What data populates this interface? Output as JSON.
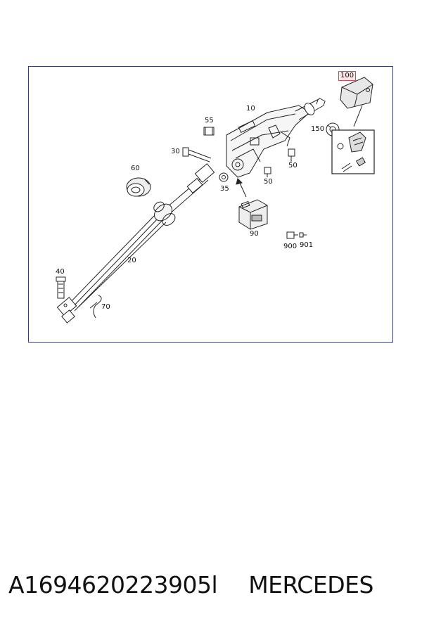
{
  "callouts": [
    {
      "id": "100",
      "text": "100",
      "highlight": true
    },
    {
      "id": "10",
      "text": "10"
    },
    {
      "id": "55",
      "text": "55"
    },
    {
      "id": "150",
      "text": "150"
    },
    {
      "id": "30",
      "text": "30"
    },
    {
      "id": "60",
      "text": "60"
    },
    {
      "id": "35",
      "text": "35"
    },
    {
      "id": "50a",
      "text": "50"
    },
    {
      "id": "50b",
      "text": "50"
    },
    {
      "id": "90",
      "text": "90"
    },
    {
      "id": "900",
      "text": "900"
    },
    {
      "id": "901",
      "text": "901"
    },
    {
      "id": "20",
      "text": "20"
    },
    {
      "id": "40",
      "text": "40"
    },
    {
      "id": "70",
      "text": "70"
    }
  ],
  "caption": {
    "part_number": "A1694620223905l",
    "brand": "MERCEDES"
  },
  "colors": {
    "frame": "#3a3f74",
    "highlight_border": "#d24a5a",
    "highlight_fill": "#fbe5e7",
    "line": "#222222"
  }
}
